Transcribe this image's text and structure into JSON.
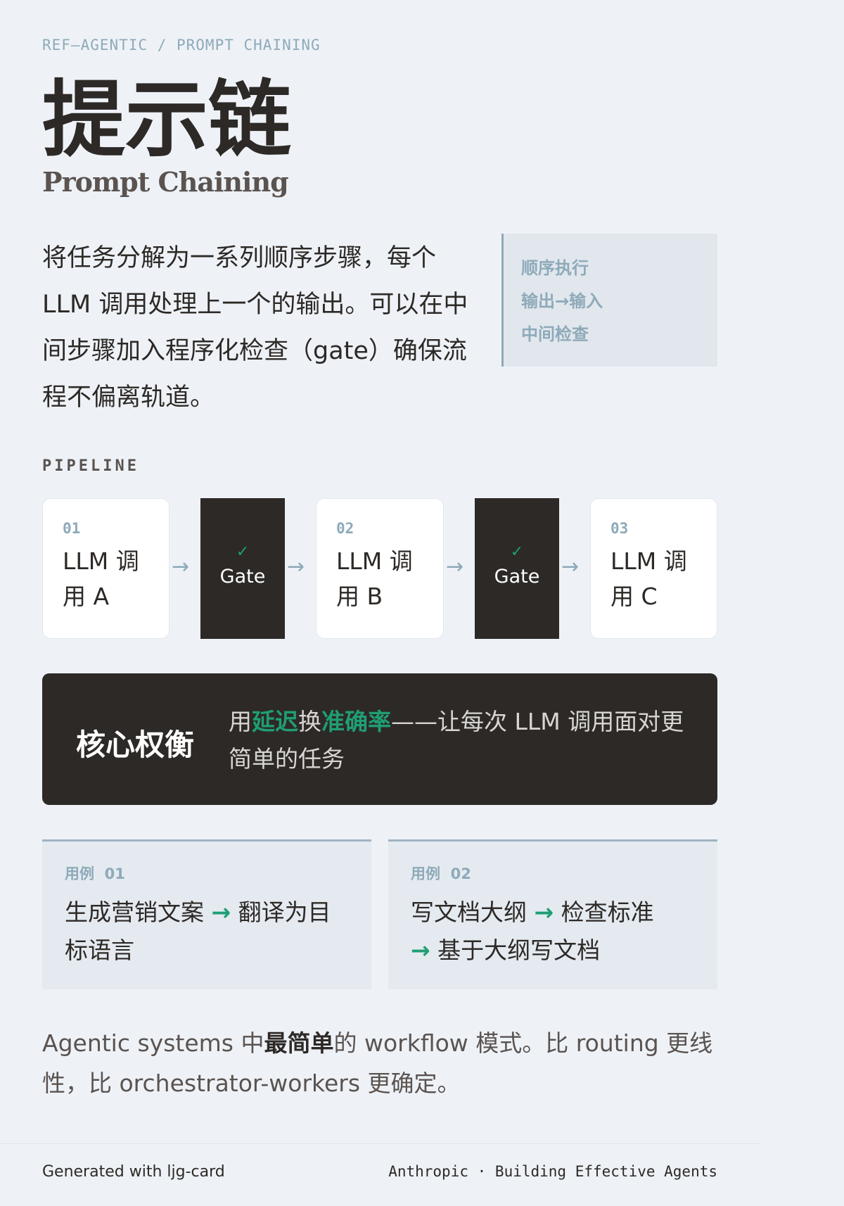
{
  "breadcrumb": "REF—AGENTIC / PROMPT CHAINING",
  "title": "提示链",
  "subtitle": "Prompt Chaining",
  "description": "将任务分解为一系列顺序步骤，每个 LLM 调用处理上一个的输出。可以在中间步骤加入程序化检查（gate）确保流程不偏离轨道。",
  "side_notes": [
    "顺序执行",
    "输出→输入",
    "中间检查"
  ],
  "pipeline": {
    "label": "PIPELINE",
    "steps": [
      {
        "num": "01",
        "label": "LLM 调用 A"
      },
      {
        "num": "02",
        "label": "LLM 调用 B"
      },
      {
        "num": "03",
        "label": "LLM 调用 C"
      }
    ],
    "gate": {
      "check": "✓",
      "label": "Gate"
    },
    "arrow": "→"
  },
  "tradeoff": {
    "heading": "核心权衡",
    "pre": "用",
    "hl1": "延迟",
    "mid": "换",
    "hl2": "准确率",
    "post": "——让每次 LLM 调用面对更简单的任务"
  },
  "use_cases": [
    {
      "label": "用例  01",
      "from": "生成营销文案",
      "arrow": "→",
      "to": "翻译为目标语言"
    },
    {
      "label": "用例  02",
      "from": "写文档大纲",
      "arrow": "→",
      "mid": "检查标准",
      "to": "基于大纲写文档"
    }
  ],
  "summary": {
    "pre": "Agentic systems 中",
    "bold": "最简单",
    "post": "的 workflow 模式。比 routing 更线性，比 orchestrator-workers 更确定。"
  },
  "footer": {
    "generated": "Generated with ljg-card",
    "source": "Anthropic · Building Effective Agents"
  },
  "colors": {
    "background": "#eef2f7",
    "dark": "#2d2926",
    "accent": "#1f9e74",
    "muted": "#8eaab9"
  }
}
